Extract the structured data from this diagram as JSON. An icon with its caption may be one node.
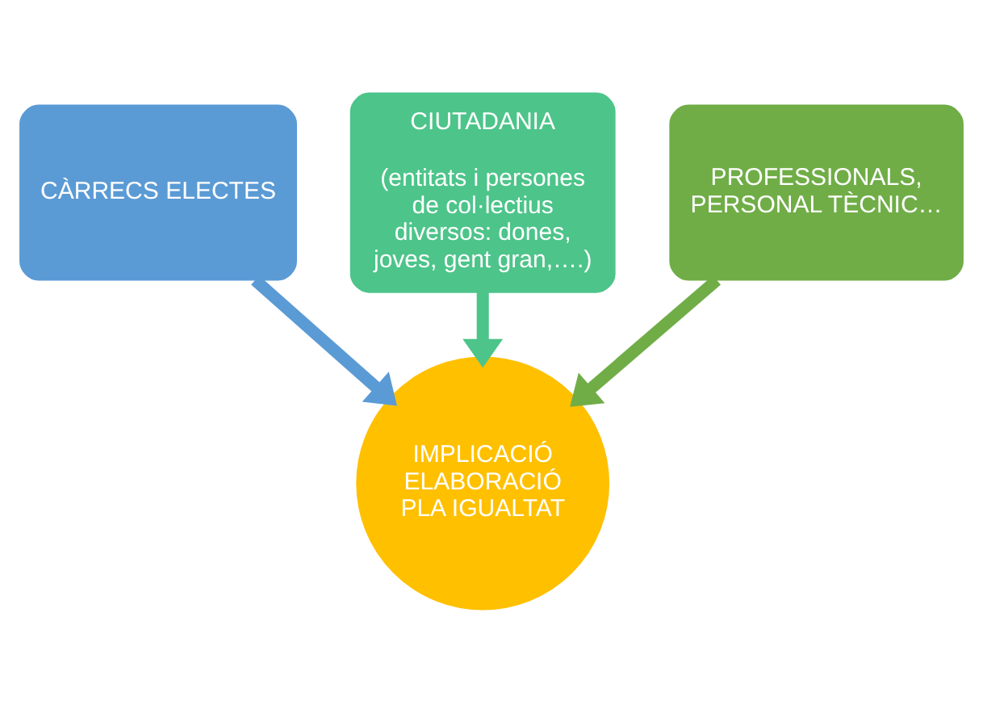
{
  "diagram": {
    "nodes": [
      {
        "text": [
          "CIUTADANIA",
          "(entitats i persones de col·lectius diversos: dones, joves, gent gran,….)"
        ]
      },
      {
        "text": [
          "CÀRRECS ELECTES"
        ]
      },
      {
        "text": [
          "PROFESSIONALS, PERSONAL TÈCNIC…"
        ]
      },
      {
        "text": [
          "IMPLICACIÓ ELABORACIÓ PLA IGUALTAT"
        ]
      }
    ],
    "edges": [
      {
        "from": 0,
        "to": 3,
        "arrow": "to",
        "color": "#4dc48a"
      },
      {
        "from": 1,
        "to": 3,
        "arrow": "to",
        "color": "#5b9bd5"
      },
      {
        "from": 2,
        "to": 3,
        "arrow": "to",
        "color": "#70ad47"
      }
    ]
  }
}
